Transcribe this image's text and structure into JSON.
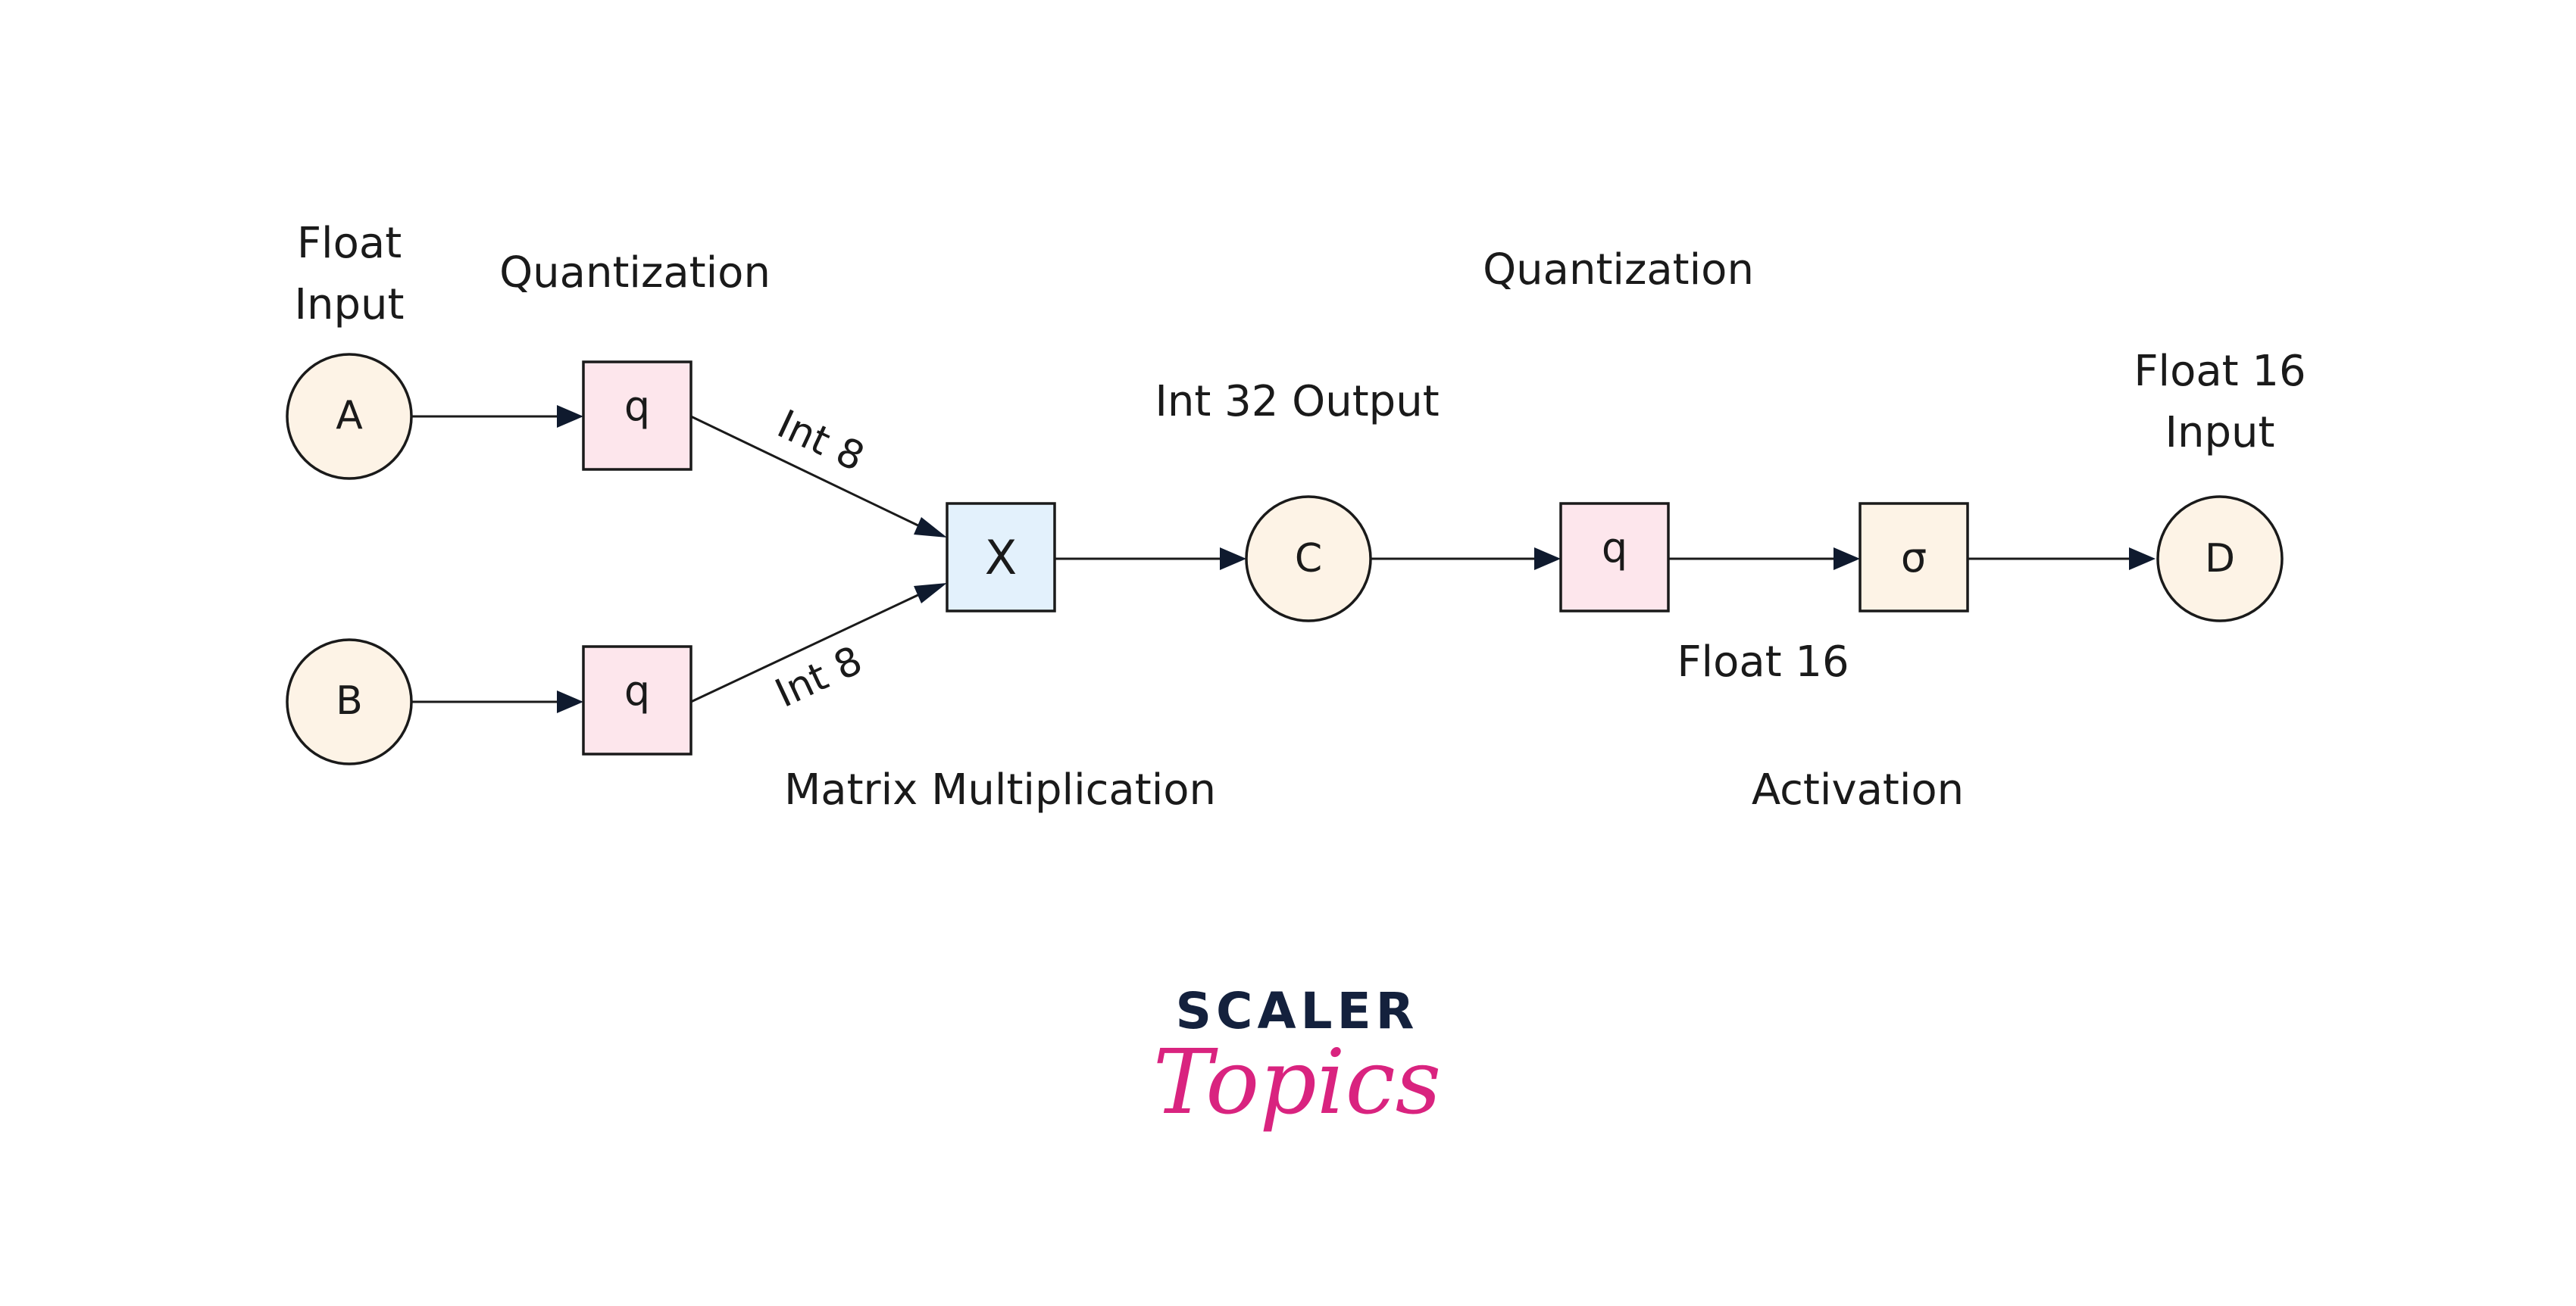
{
  "labels": {
    "float_input": [
      "Float",
      "Input"
    ],
    "quantization_left": "Quantization",
    "quantization_right": "Quantization",
    "int8_top": "Int 8",
    "int8_bottom": "Int 8",
    "int32_output": "Int 32 Output",
    "float16_input": [
      "Float 16",
      "Input"
    ],
    "float16_mid": "Float 16",
    "matrix_multiplication": "Matrix Multiplication",
    "activation": "Activation"
  },
  "nodes": {
    "a": "A",
    "b": "B",
    "q1": "q",
    "q2": "q",
    "x": "X",
    "c": "C",
    "q3": "q",
    "sigma": "σ",
    "d": "D"
  },
  "brand": {
    "top": "SCALER",
    "bottom": "Topics"
  },
  "colors": {
    "circle_fill": "#fdf3e6",
    "q_fill": "#fde6ec",
    "x_fill": "#e3f1fc",
    "sigma_fill": "#fdf3e6",
    "stroke": "#1a1a1a",
    "arrow": "#0f1a2e",
    "brand_dark": "#14213d",
    "brand_pink": "#d9237f"
  }
}
